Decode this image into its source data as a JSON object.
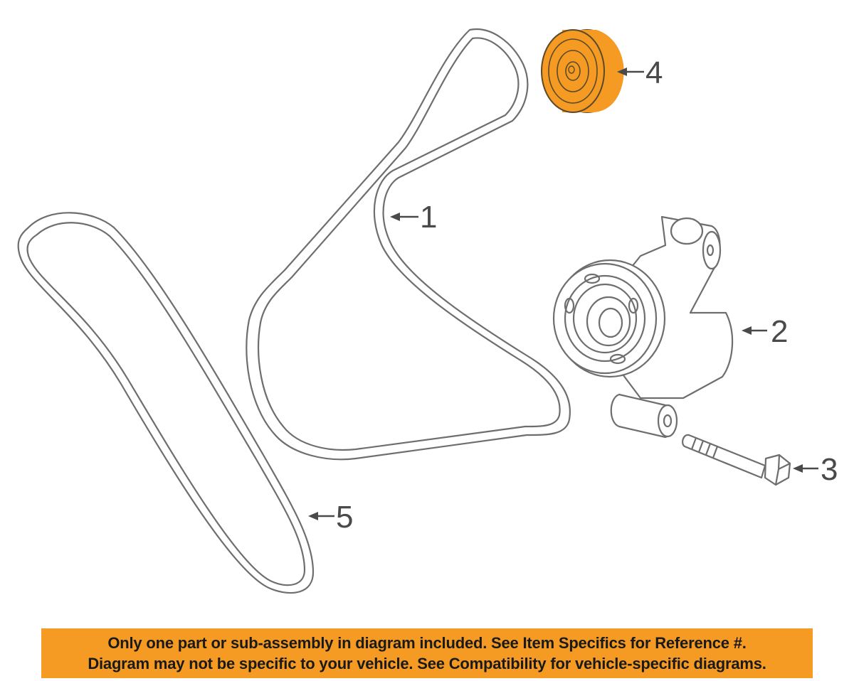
{
  "diagram": {
    "callouts": {
      "belt_upper": "1",
      "tensioner": "2",
      "bolt": "3",
      "idler_pulley": "4",
      "belt_lower": "5"
    },
    "highlight_color": "#f59a23",
    "line_color": "#6e6e6e"
  },
  "notice": {
    "line1": "Only one part or sub-assembly in diagram included. See Item Specifics for Reference #.",
    "line2": "Diagram may not be specific to your vehicle. See Compatibility for vehicle-specific diagrams.",
    "background": "#f59a23"
  }
}
